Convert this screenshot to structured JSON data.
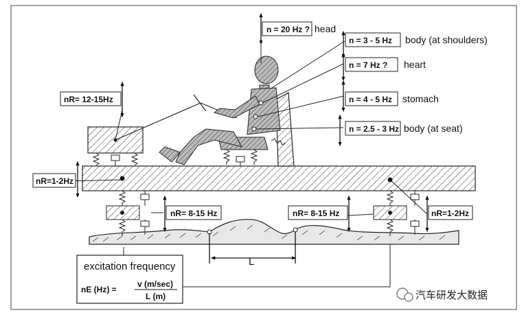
{
  "labels": {
    "head_freq": "n = 20 Hz ?",
    "head": "head",
    "shoulders_freq": "n = 3 - 5 Hz",
    "shoulders": "body (at shoulders)",
    "heart_freq": "n = 7 Hz ?",
    "heart": "heart",
    "stomach_freq": "n = 4 - 5 Hz",
    "stomach": "stomach",
    "seat_freq": "n = 2.5 - 3 Hz",
    "seat": "body (at seat)",
    "engine_freq": "nR= 12-15Hz",
    "body_freq": "nR=1-2Hz",
    "front_wheel_freq": "nR= 8-15 Hz",
    "rear_wheel_freq": "nR= 8-15 Hz",
    "rear_body_freq": "nR=1-2Hz",
    "road_wavelength": "L"
  },
  "excitation": {
    "title": "excitation frequency",
    "lhs": "nE (Hz) =",
    "numerator": "v (m/sec)",
    "denominator": "L (m)"
  },
  "watermark": {
    "text": "汽车研发大数据"
  }
}
